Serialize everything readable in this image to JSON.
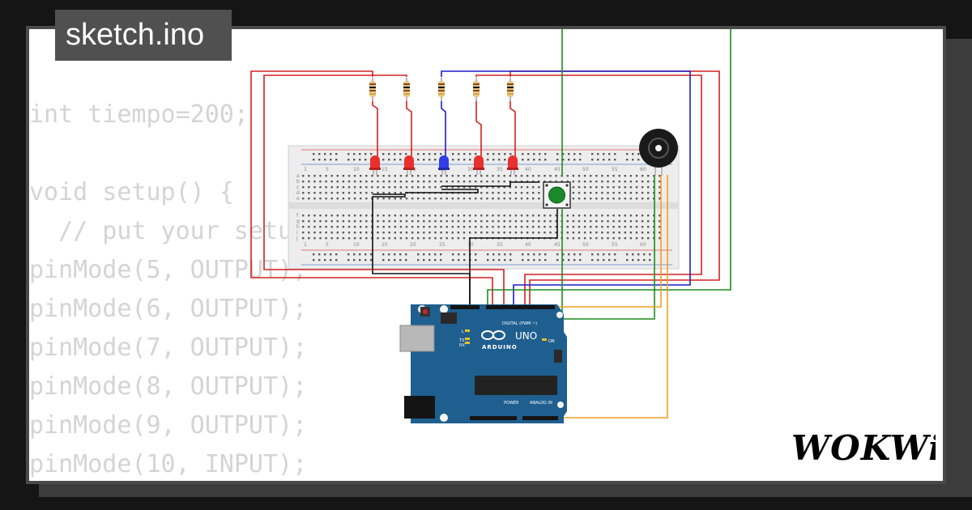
{
  "header": {
    "filename": "sketch.ino"
  },
  "code": {
    "lines": [
      "int tiempo=200;",
      "",
      "void setup() {",
      "  // put your setup code here, to run once:",
      "pinMode(5, OUTPUT);",
      "pinMode(6, OUTPUT);",
      "pinMode(7, OUTPUT);",
      "pinMode(8, OUTPUT);",
      "pinMode(9, OUTPUT);",
      "pinMode(10, INPUT);"
    ]
  },
  "breadboard": {
    "column_numbers": [
      "1",
      "5",
      "10",
      "15",
      "20",
      "25",
      "30",
      "35",
      "40",
      "45",
      "50",
      "55",
      "60"
    ],
    "row_letters_top": [
      "a",
      "b",
      "c",
      "d",
      "e"
    ],
    "row_letters_bottom": [
      "f",
      "g",
      "h",
      "i",
      "j"
    ]
  },
  "arduino": {
    "brand": "ARDUINO",
    "model": "UNO",
    "digital_label": "DIGITAL (PWM ~)",
    "power_label": "POWER",
    "analog_label": "ANALOG IN",
    "on_label": "ON",
    "l_label": "L",
    "tx_label": "TX",
    "rx_label": "RX"
  },
  "components": {
    "leds": [
      {
        "color": "#e8312f"
      },
      {
        "color": "#e8312f"
      },
      {
        "color": "#2f3ee8"
      },
      {
        "color": "#e8312f"
      },
      {
        "color": "#e8312f"
      }
    ],
    "button_color": "#1a8a2a",
    "buzzer": "buzzer-icon"
  },
  "colors": {
    "wire_red": "#d42020",
    "wire_blue": "#1c1cc8",
    "wire_green": "#1e8c1e",
    "wire_black": "#101010",
    "wire_orange": "#f0a020",
    "board_blue": "#1f5f8f"
  },
  "brand": {
    "logo_text": "WOKWi"
  }
}
